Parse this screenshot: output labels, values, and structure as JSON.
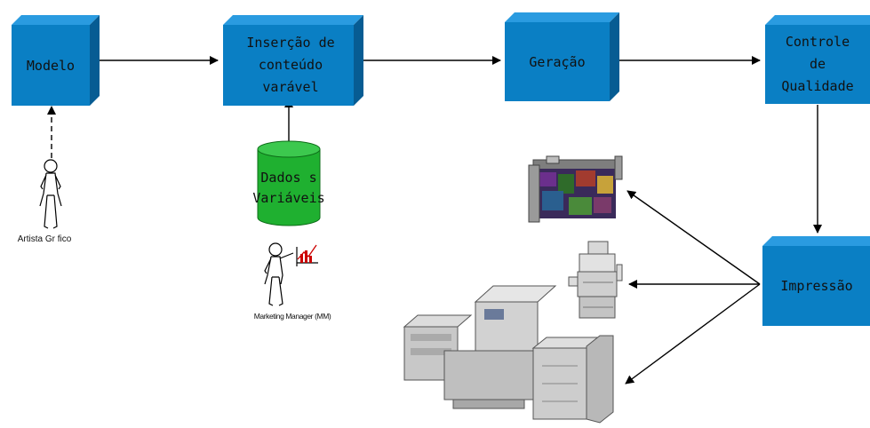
{
  "colors": {
    "box_front": "#0a7fc4",
    "box_top": "#2a9be0",
    "box_side": "#075c93",
    "cylinder": "#1fb030",
    "arrow": "#000000"
  },
  "nodes": {
    "modelo": "Modelo",
    "insercao": [
      "Inserção de",
      "conteúdo",
      "varável"
    ],
    "geracao": "Geração",
    "controle": [
      "Controle",
      "de",
      "Qualidade"
    ],
    "impressao": "Impressão",
    "dados": [
      "Dados s",
      "Variáveis"
    ]
  },
  "actors": {
    "artista": "Artista Gr  fico",
    "marketing": "Marketing Manager (MM)"
  },
  "icons": [
    "stick-figure-icon",
    "presenter-figure-icon",
    "wide-format-printer-icon",
    "office-printer-icon",
    "digital-press-icon"
  ]
}
